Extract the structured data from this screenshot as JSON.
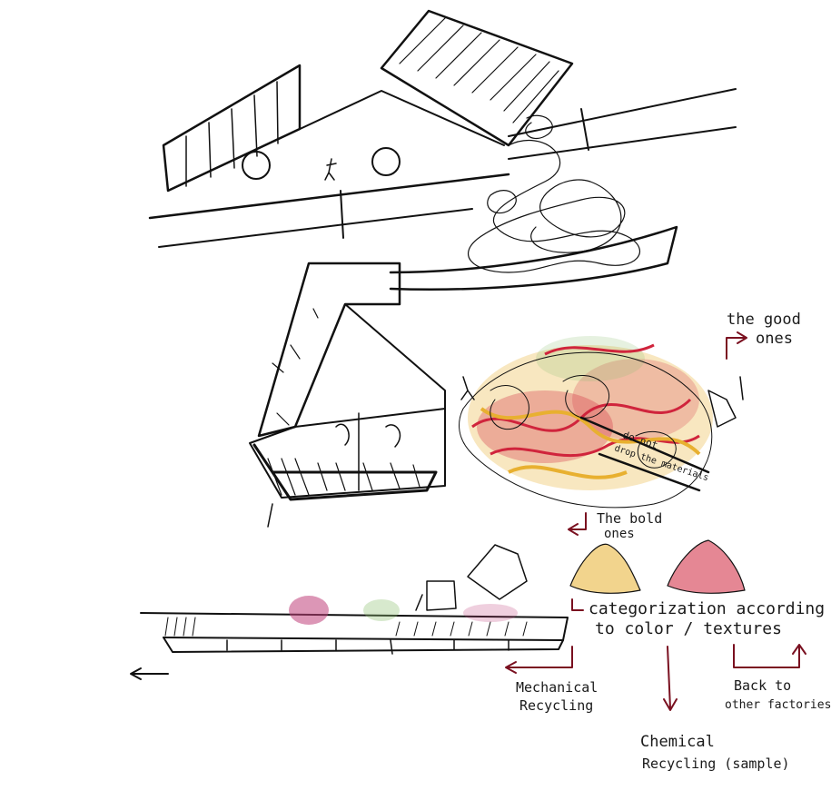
{
  "labels": {
    "the_good": "the good",
    "ones_good": "ones",
    "do_not": "do not",
    "drop_materials": "drop the materials",
    "the_bold": "The bold",
    "ones_bold": "ones",
    "categorization_line1": "categorization according",
    "categorization_line2": "to color / textures",
    "mechanical_line1": "Mechanical",
    "mechanical_line2": "Recycling",
    "back_line1": "Back to",
    "back_line2": "other factories",
    "chemical_line1": "Chemical",
    "chemical_line2": "Recycling (sample)"
  },
  "colors": {
    "ink": "#111111",
    "ink_red": "#7a1020",
    "marker_red": "#d0243c",
    "marker_yellow": "#e8b030",
    "marker_pink": "#c0407a",
    "marker_green": "#8cc070"
  }
}
